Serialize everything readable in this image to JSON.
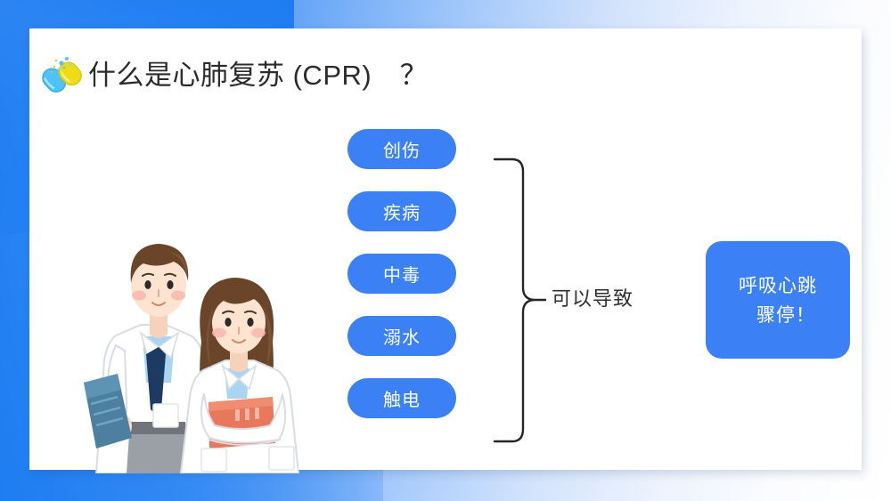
{
  "slide": {
    "background_gradient_from": "#1f7ef2",
    "background_gradient_to": "#ffffff",
    "card_background": "#ffffff"
  },
  "header": {
    "icon": "capsule-icon",
    "title": "什么是心肺复苏 (CPR)　？"
  },
  "illustration": {
    "name": "two-doctors-illustration",
    "description": "male and female doctors in white coats holding folders"
  },
  "diagram": {
    "accent_color": "#3b80f5",
    "causes": [
      {
        "label": "创伤"
      },
      {
        "label": "疾病"
      },
      {
        "label": "中毒"
      },
      {
        "label": "溺水"
      },
      {
        "label": "触电"
      }
    ],
    "brace": "right-curly-brace",
    "connector_label": "可以导致",
    "outcome": {
      "line1": "呼吸心跳",
      "line2": "骤停！"
    }
  }
}
